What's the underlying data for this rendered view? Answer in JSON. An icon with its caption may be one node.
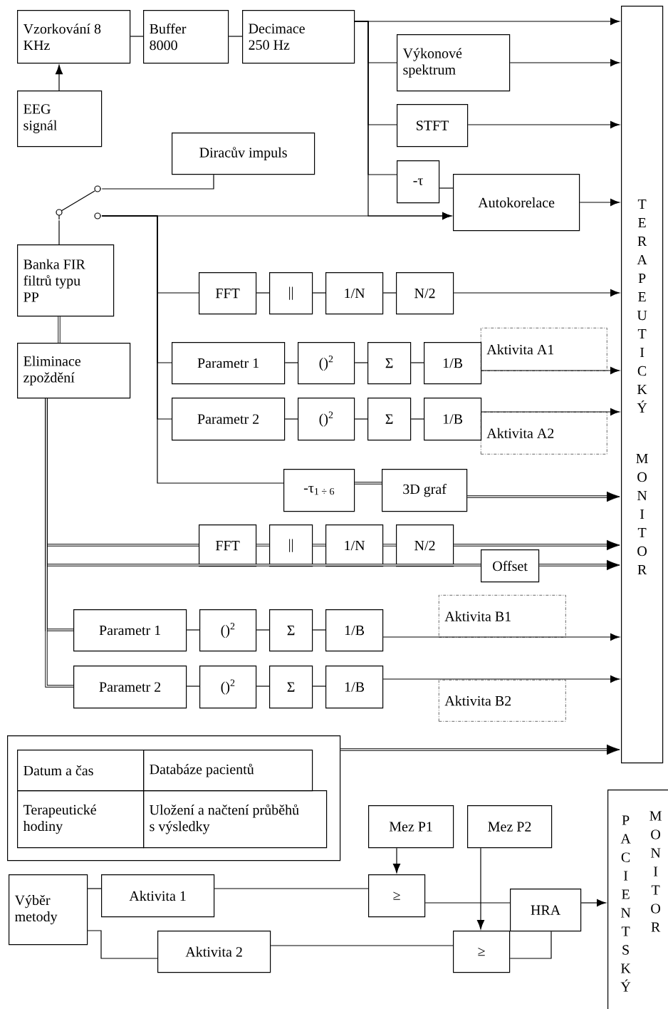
{
  "diagram": {
    "nodes": [
      {
        "text": [
          "Vzorkování 8 KHz"
        ]
      },
      {
        "text": [
          "Buffer 8000"
        ]
      },
      {
        "text": [
          "Decimace 250 Hz"
        ]
      },
      {
        "text": [
          "EEG signál"
        ]
      },
      {
        "text": [
          "Výkonové spektrum"
        ]
      },
      {
        "text": [
          "STFT"
        ]
      },
      {
        "text": [
          "Diracův impuls"
        ]
      },
      {
        "text": [
          "-τ"
        ]
      },
      {
        "text": [
          "Autokorelace"
        ]
      },
      {
        "text": [],
        "shape": "switch"
      },
      {
        "text": [
          "TERAPEUTICKÝ MONITOR"
        ]
      },
      {
        "text": [
          "Banka FIR filtrů typu PP"
        ]
      },
      {
        "text": [
          "Eliminace zpoždění"
        ]
      },
      {
        "text": [
          "FFT"
        ]
      },
      {
        "text": [
          "||"
        ]
      },
      {
        "text": [
          "1/N"
        ]
      },
      {
        "text": [
          "N/2"
        ]
      },
      {
        "text": [
          "Parametr 1"
        ]
      },
      {
        "text": [
          "()$^{2}$"
        ]
      },
      {
        "text": [
          "Σ"
        ]
      },
      {
        "text": [
          "1/B"
        ]
      },
      {
        "text": [
          "Aktivita A1"
        ]
      },
      {
        "text": [
          "Parametr 2"
        ]
      },
      {
        "text": [
          "()$^{2}$"
        ]
      },
      {
        "text": [
          "Σ"
        ]
      },
      {
        "text": [
          "1/B"
        ]
      },
      {
        "text": [
          "Aktivita A2"
        ]
      },
      {
        "text": [
          "-τ$_{1 ÷ 6}$"
        ]
      },
      {
        "text": [
          "3D graf"
        ]
      },
      {
        "text": [
          "FFT"
        ]
      },
      {
        "text": [
          "||"
        ]
      },
      {
        "text": [
          "1/N"
        ]
      },
      {
        "text": [
          "N/2"
        ]
      },
      {
        "text": [
          "Offset"
        ]
      },
      {
        "text": [
          "Parametr 1"
        ]
      },
      {
        "text": [
          "()$^{2}$"
        ]
      },
      {
        "text": [
          "Σ"
        ]
      },
      {
        "text": [
          "1/B"
        ]
      },
      {
        "text": [
          "Aktivita B1"
        ]
      },
      {
        "text": [
          "Parametr 2"
        ]
      },
      {
        "text": [
          "()$^{2}$"
        ]
      },
      {
        "text": [
          "Σ"
        ]
      },
      {
        "text": [
          "1/B"
        ]
      },
      {
        "text": [
          "Aktivita B2"
        ]
      },
      {
        "text": [],
        "shape": "box"
      },
      {
        "text": [
          "Datum a čas"
        ],
        "in": 44
      },
      {
        "text": [
          "Databáze pacientů"
        ],
        "in": 44
      },
      {
        "text": [
          "Terapeutické hodiny"
        ],
        "in": 44
      },
      {
        "text": [
          "Uložení a načtení průběhů s výsledky"
        ],
        "in": 44
      },
      {
        "text": [
          "Mez P1"
        ]
      },
      {
        "text": [
          "Mez P2"
        ]
      },
      {
        "text": [
          "Výběr metody"
        ]
      },
      {
        "text": [
          "Aktivita 1"
        ]
      },
      {
        "text": [
          "≥"
        ]
      },
      {
        "text": [
          "HRA"
        ]
      },
      {
        "text": [
          "Aktivita 2"
        ]
      },
      {
        "text": [
          "≥"
        ]
      },
      {
        "text": [
          "PACIENTSKÝ MONITOR"
        ]
      }
    ],
    "edges": [
      {
        "from": 3,
        "to": 0,
        "arrow": "to"
      },
      {
        "from": 0,
        "to": 1,
        "arrow": "none"
      },
      {
        "from": 1,
        "to": 2,
        "arrow": "none"
      },
      {
        "from": 2,
        "to": 10,
        "arrow": "to"
      },
      {
        "from": 2,
        "to": 4,
        "arrow": "none"
      },
      {
        "from": 2,
        "to": 5,
        "arrow": "none"
      },
      {
        "from": 2,
        "to": 7,
        "arrow": "none"
      },
      {
        "from": 2,
        "to": 8,
        "arrow": "to"
      },
      {
        "from": 4,
        "to": 10,
        "arrow": "to"
      },
      {
        "from": 5,
        "to": 10,
        "arrow": "to"
      },
      {
        "from": 7,
        "to": 8,
        "arrow": "none"
      },
      {
        "from": 8,
        "to": 10,
        "arrow": "to"
      },
      {
        "from": 6,
        "to": 9,
        "arrow": "none"
      },
      {
        "from": 11,
        "to": 9,
        "arrow": "none"
      },
      {
        "from": 9,
        "to": 8,
        "arrow": "to"
      },
      {
        "from": 9,
        "to": 13,
        "arrow": "none"
      },
      {
        "from": 9,
        "to": 17,
        "arrow": "none"
      },
      {
        "from": 9,
        "to": 22,
        "arrow": "none"
      },
      {
        "from": 9,
        "to": 27,
        "arrow": "none"
      },
      {
        "from": 13,
        "to": 14,
        "arrow": "none"
      },
      {
        "from": 14,
        "to": 15,
        "arrow": "none"
      },
      {
        "from": 15,
        "to": 16,
        "arrow": "none"
      },
      {
        "from": 16,
        "to": 10,
        "arrow": "to"
      },
      {
        "from": 17,
        "to": 18,
        "arrow": "none"
      },
      {
        "from": 18,
        "to": 19,
        "arrow": "none"
      },
      {
        "from": 19,
        "to": 20,
        "arrow": "none"
      },
      {
        "from": 20,
        "to": 10,
        "arrow": "to"
      },
      {
        "from": 22,
        "to": 23,
        "arrow": "none"
      },
      {
        "from": 23,
        "to": 24,
        "arrow": "none"
      },
      {
        "from": 24,
        "to": 25,
        "arrow": "none"
      },
      {
        "from": 25,
        "to": 10,
        "arrow": "to"
      },
      {
        "from": 27,
        "to": 28,
        "arrow": "none",
        "style": "thick"
      },
      {
        "from": 28,
        "to": 10,
        "arrow": "to",
        "style": "thick"
      },
      {
        "from": 11,
        "to": 12,
        "arrow": "none",
        "style": "thick"
      },
      {
        "from": 12,
        "to": 29,
        "arrow": "none",
        "style": "thick"
      },
      {
        "from": 29,
        "to": 30,
        "arrow": "none",
        "style": "thick"
      },
      {
        "from": 30,
        "to": 31,
        "arrow": "none",
        "style": "thick"
      },
      {
        "from": 31,
        "to": 32,
        "arrow": "none",
        "style": "thick"
      },
      {
        "from": 32,
        "to": 10,
        "arrow": "to",
        "style": "thick"
      },
      {
        "from": 12,
        "to": 33,
        "arrow": "none",
        "style": "thick"
      },
      {
        "from": 33,
        "to": 10,
        "arrow": "to",
        "style": "thick"
      },
      {
        "from": 12,
        "to": 34,
        "arrow": "none",
        "style": "thick"
      },
      {
        "from": 12,
        "to": 39,
        "arrow": "none",
        "style": "thick"
      },
      {
        "from": 34,
        "to": 35,
        "arrow": "none"
      },
      {
        "from": 35,
        "to": 36,
        "arrow": "none"
      },
      {
        "from": 36,
        "to": 37,
        "arrow": "none"
      },
      {
        "from": 37,
        "to": 10,
        "arrow": "to"
      },
      {
        "from": 39,
        "to": 40,
        "arrow": "none"
      },
      {
        "from": 40,
        "to": 41,
        "arrow": "none"
      },
      {
        "from": 41,
        "to": 42,
        "arrow": "none"
      },
      {
        "from": 42,
        "to": 10,
        "arrow": "to"
      },
      {
        "from": 44,
        "to": 10,
        "arrow": "to",
        "style": "thick"
      },
      {
        "from": 51,
        "to": 52,
        "arrow": "none"
      },
      {
        "from": 51,
        "to": 55,
        "arrow": "none"
      },
      {
        "from": 52,
        "to": 53,
        "arrow": "none"
      },
      {
        "from": 49,
        "to": 53,
        "arrow": "to"
      },
      {
        "from": 53,
        "to": 54,
        "arrow": "none"
      },
      {
        "from": 50,
        "to": 56,
        "arrow": "to"
      },
      {
        "from": 55,
        "to": 56,
        "arrow": "none"
      },
      {
        "from": 56,
        "to": 54,
        "arrow": "none"
      },
      {
        "from": 54,
        "to": 57,
        "arrow": "to"
      }
    ]
  }
}
